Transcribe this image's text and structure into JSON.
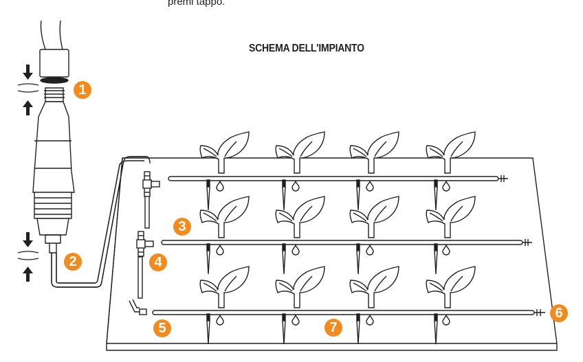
{
  "caption": "premi tappo.",
  "title": "SCHEMA DELL'IMPIANTO",
  "accent_color": "#f28a1e",
  "callouts": [
    "1",
    "2",
    "3",
    "4",
    "5",
    "6",
    "7"
  ]
}
